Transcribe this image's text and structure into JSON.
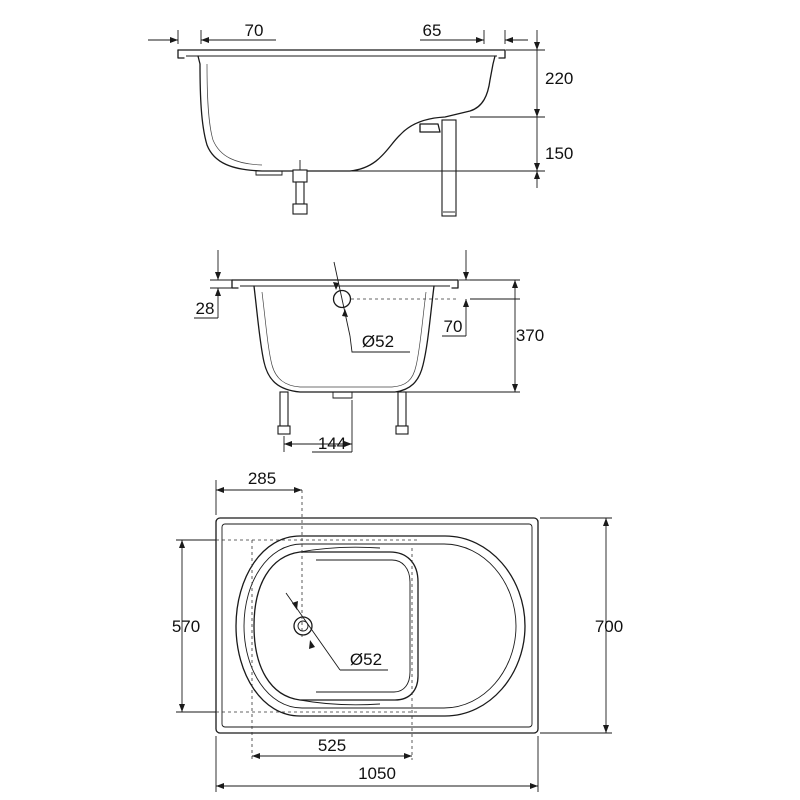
{
  "side_view": {
    "dim_rim_left": "70",
    "dim_rim_right": "65",
    "dim_height_upper": "220",
    "dim_height_lower": "150"
  },
  "end_view": {
    "dim_rim": "28",
    "dim_drain_offset": "70",
    "dim_height": "370",
    "dim_drain_diameter": "Ø52",
    "dim_feet": "144"
  },
  "plan_view": {
    "dim_drain_from_edge": "285",
    "dim_inner_width": "570",
    "dim_outer_width": "700",
    "dim_drain_diameter": "Ø52",
    "dim_inner_length": "525",
    "dim_outer_length": "1050"
  }
}
